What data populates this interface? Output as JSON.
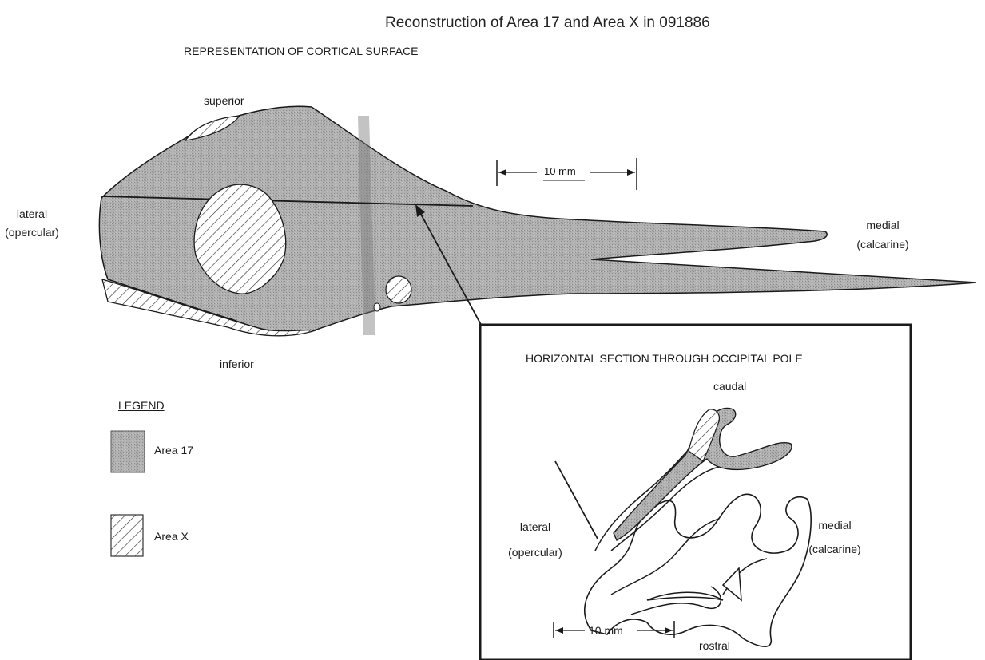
{
  "title": "Reconstruction of Area 17 and Area X in 091886",
  "surface_panel": {
    "heading": "REPRESENTATION OF CORTICAL SURFACE",
    "superior": "superior",
    "inferior": "inferior",
    "lateral_line1": "lateral",
    "lateral_line2": "(opercular)",
    "medial_line1": "medial",
    "medial_line2": "(calcarine)",
    "scale_bar": "10 mm"
  },
  "legend": {
    "heading": "LEGEND",
    "items": [
      {
        "label": "Area 17",
        "pattern": "stipple-gray"
      },
      {
        "label": "Area X",
        "pattern": "diagonal-hatch"
      }
    ]
  },
  "section_panel": {
    "heading": "HORIZONTAL SECTION THROUGH OCCIPITAL POLE",
    "caudal": "caudal",
    "rostral": "rostral",
    "lateral_line1": "lateral",
    "lateral_line2": "(opercular)",
    "medial_line1": "medial",
    "medial_line2": "(calcarine)",
    "scale_bar": "10 mm"
  },
  "colors": {
    "area17_fill": "#a9a9a9",
    "outline": "#1a1a1a"
  }
}
